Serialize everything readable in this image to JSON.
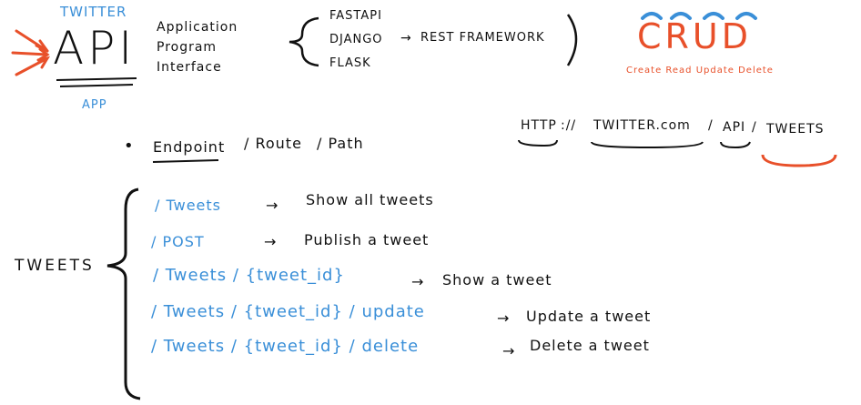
{
  "top": {
    "twitter_label": "TWITTER",
    "api_label": "API",
    "app_label": "APP",
    "api_expansion": [
      "Application",
      "Program",
      "Interface"
    ],
    "frameworks": [
      "FASTAPI",
      "DJANGO",
      "FLASK"
    ],
    "rest_label": "REST FRAMEWORK",
    "crud_label": "CRUD",
    "crud_words": "Create Read Update Delete"
  },
  "endpoint": {
    "bullet": "•",
    "text_endpoint": "Endpoint",
    "text_route": "/ Route",
    "text_path": "/ Path",
    "url_http": "HTTP",
    "url_sep1": "://",
    "url_domain": "TWITTER.com",
    "url_sep2": "/",
    "url_api": "API",
    "url_sep3": "/",
    "url_tweets": "TWEETS"
  },
  "tweets_label": "TWEETS",
  "routes": [
    {
      "path": "/ Tweets",
      "arrow": "→",
      "desc": "Show all tweets"
    },
    {
      "path": "/ POST",
      "arrow": "→",
      "desc": "Publish a tweet"
    },
    {
      "path": "/ Tweets / {tweet_id}",
      "arrow": "→",
      "desc": "Show a tweet"
    },
    {
      "path": "/ Tweets / {tweet_id} / update",
      "arrow": "→",
      "desc": "Update a tweet"
    },
    {
      "path": "/ Tweets / {tweet_id} / delete",
      "arrow": "→",
      "desc": "Delete a tweet"
    }
  ]
}
